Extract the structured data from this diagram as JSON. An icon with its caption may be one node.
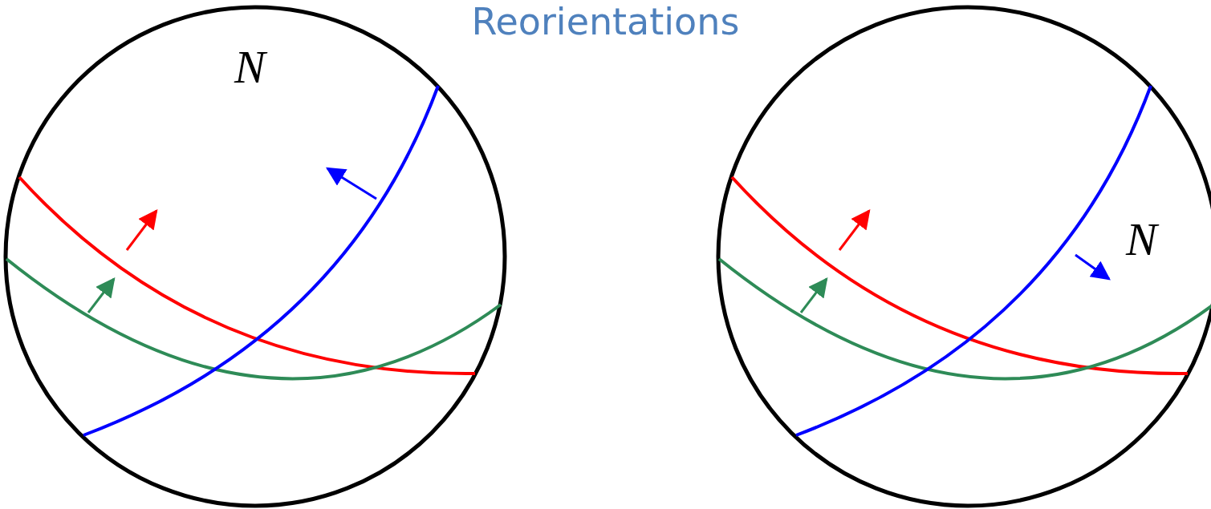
{
  "diagram": {
    "title": "Reorientations",
    "labels": [
      "N",
      "N"
    ]
  }
}
